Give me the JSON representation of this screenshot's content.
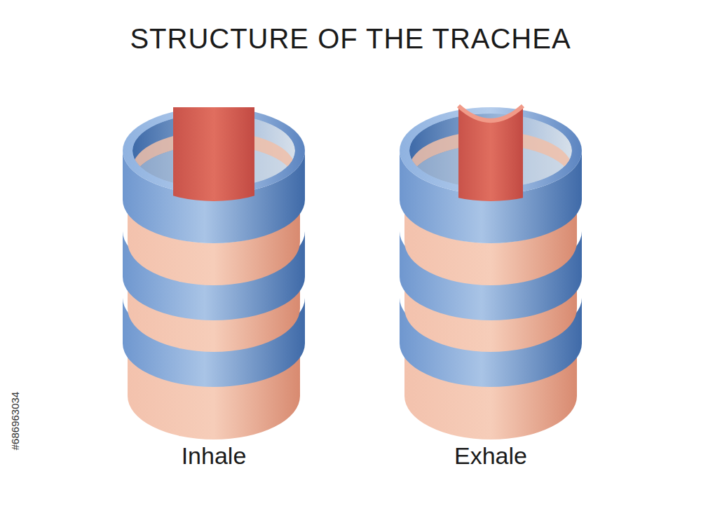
{
  "diagram": {
    "title": "STRUCTURE OF THE TRACHEA",
    "labels": [
      "Inhale",
      "Exhale",
      "#686963034"
    ]
  }
}
